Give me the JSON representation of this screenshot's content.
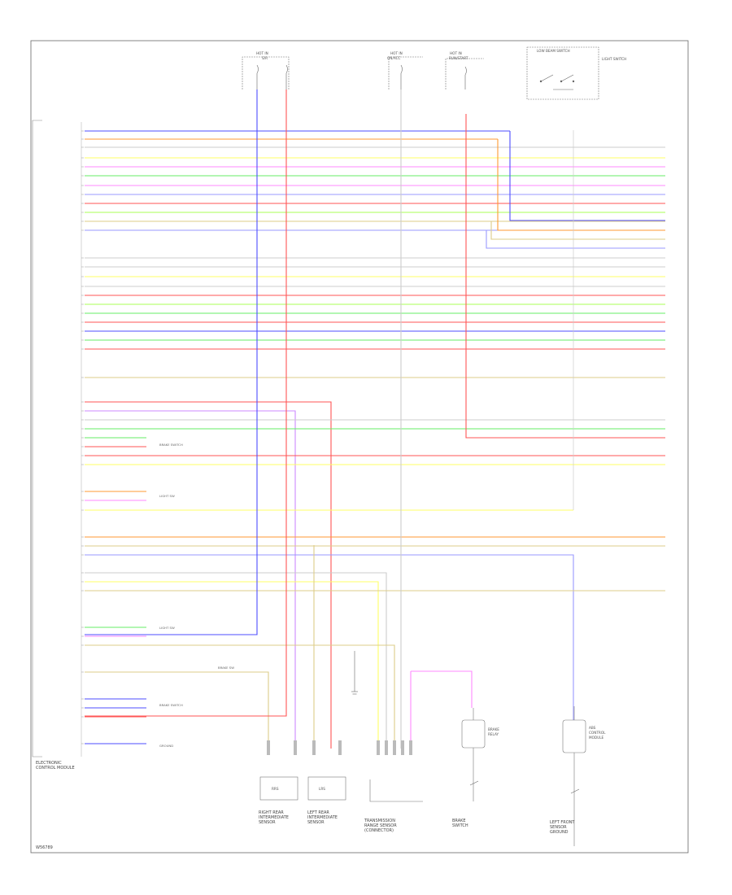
{
  "diagram": {
    "module_label": [
      "ELECTRONIC",
      "CONTROL MODULE"
    ],
    "footer_code": "W56789",
    "fuse_blocks": [
      {
        "id": "f1",
        "label": "HOT IN",
        "sub": "S/R"
      },
      {
        "id": "f2",
        "label": "HOT IN",
        "sub": "ON/ACC"
      },
      {
        "id": "f3",
        "label": "HOT IN",
        "sub": "RUN/START"
      }
    ],
    "switch_box": {
      "label": "LOW BEAM SWITCH",
      "sub": "LIGHT SWITCH"
    },
    "components": [
      {
        "id": "c1",
        "lines": [
          "RIGHT REAR",
          "INTERMEDIATE",
          "SENSOR"
        ]
      },
      {
        "id": "c2",
        "lines": [
          "LEFT REAR",
          "INTERMEDIATE",
          "SENSOR"
        ]
      },
      {
        "id": "c3",
        "lines": [
          "TRANSMISSION",
          "RANGE SENSOR",
          "(CONNECTOR)"
        ]
      },
      {
        "id": "c4",
        "lines": [
          "BRAKE",
          "SWITCH"
        ]
      },
      {
        "id": "c5",
        "lines": [
          "LEFT FRONT",
          "SENSOR",
          "GROUND"
        ]
      }
    ],
    "relay_boxes": [
      {
        "id": "r1",
        "lines": [
          "BRAKE",
          "RELAY"
        ]
      },
      {
        "id": "r2",
        "lines": [
          "ABS",
          "CONTROL",
          "MODULE"
        ]
      }
    ],
    "side_notes": [
      "BRAKE SWITCH",
      "LIGHT SW",
      "LIGHT SW",
      "BRAKE SWITCH",
      "BRAKE SW",
      "GROUND"
    ]
  }
}
